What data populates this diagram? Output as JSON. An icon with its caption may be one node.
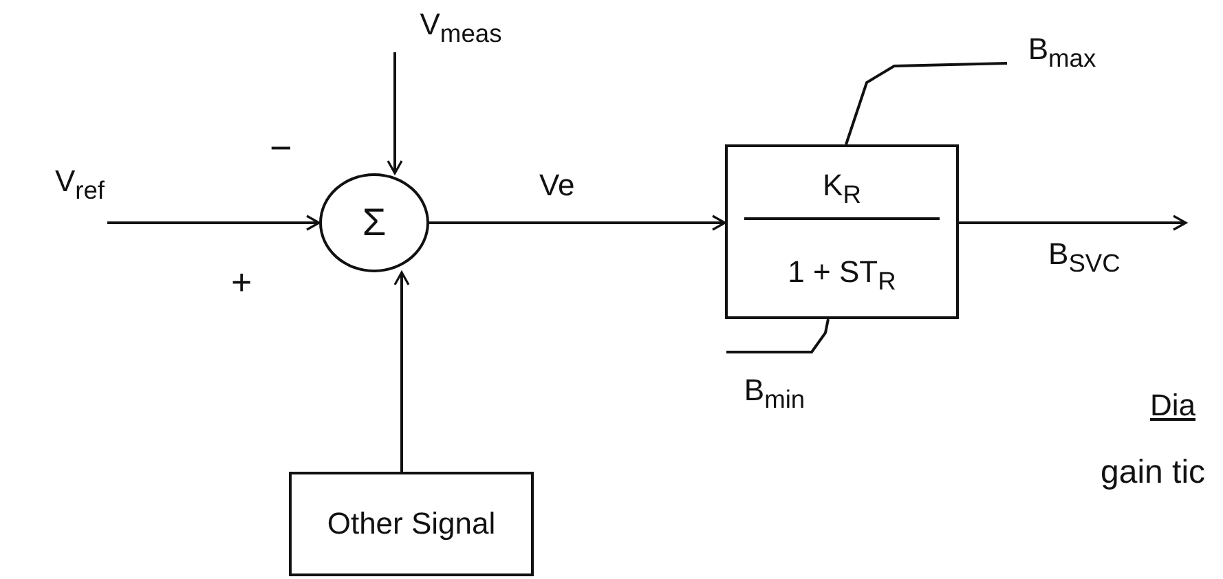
{
  "diagram": {
    "nodes": [
      {
        "text": [
          "V$_{ref}$"
        ]
      },
      {
        "text": [
          "V$_{meas}$"
        ]
      },
      {
        "text": [
          "Σ"
        ]
      },
      {
        "text": [
          "K$_{R}$",
          "1 + ST$_{R}$"
        ]
      },
      {
        "text": [
          "Other Signal"
        ]
      },
      {
        "text": [
          "B$_{max}$"
        ]
      },
      {
        "text": [
          "B$_{min}$"
        ]
      }
    ],
    "edges": [
      {
        "from": 0,
        "to": 2,
        "arrow": "to"
      },
      {
        "from": 1,
        "to": 2,
        "arrow": "to"
      },
      {
        "from": 2,
        "to": 3,
        "arrow": "to",
        "label": "Ve"
      },
      {
        "from": 4,
        "to": 2,
        "arrow": "to"
      },
      {
        "from": 3,
        "to": null,
        "arrow": "to",
        "label": "B$_{SVC}$"
      },
      {
        "from": 5,
        "to": 3,
        "arrow": "none"
      },
      {
        "from": 6,
        "to": 3,
        "arrow": "none"
      }
    ],
    "labels": [
      "−",
      "+",
      "Dia",
      "gain tic"
    ]
  }
}
